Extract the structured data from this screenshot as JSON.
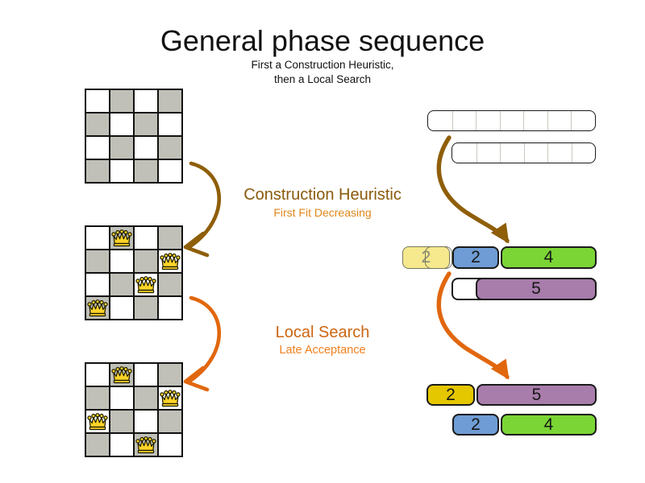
{
  "title": "General phase sequence",
  "subtitle_line1": "First a Construction Heuristic,",
  "subtitle_line2": "then a Local Search",
  "phases": {
    "construction": {
      "label": "Construction Heuristic",
      "sublabel": "First Fit Decreasing",
      "label_color": "#8a5a0b",
      "sublabel_color": "#e0861a"
    },
    "local_search": {
      "label": "Local Search",
      "sublabel": "Late Acceptance",
      "label_color": "#cc6611",
      "sublabel_color": "#f08020"
    }
  },
  "boards": [
    {
      "name": "initial-board",
      "size": 4,
      "queens": []
    },
    {
      "name": "after-construction-board",
      "size": 4,
      "queens": [
        [
          0,
          1
        ],
        [
          1,
          3
        ],
        [
          2,
          2
        ],
        [
          3,
          0
        ]
      ]
    },
    {
      "name": "after-local-search-board",
      "size": 4,
      "queens": [
        [
          0,
          1
        ],
        [
          1,
          3
        ],
        [
          2,
          0
        ],
        [
          3,
          2
        ]
      ]
    }
  ],
  "bins": {
    "empty": [
      {
        "cells": 7
      },
      {
        "cells": 6
      }
    ],
    "after_construction": {
      "row1": {
        "ghost": {
          "value": "2",
          "fill": "#f5e88d"
        },
        "blue": {
          "value": "2",
          "fill": "#6f9cd4"
        },
        "green": {
          "value": "4",
          "fill": "#7bd535"
        }
      },
      "row2": {
        "purple": {
          "value": "5",
          "fill": "#a87cab"
        }
      }
    },
    "after_local_search": {
      "row1": {
        "gold": {
          "value": "2",
          "fill": "#e5c700"
        },
        "purple": {
          "value": "5",
          "fill": "#a87cab"
        }
      },
      "row2": {
        "blue": {
          "value": "2",
          "fill": "#6f9cd4"
        },
        "green": {
          "value": "4",
          "fill": "#7bd535"
        }
      }
    }
  },
  "colors": {
    "checker_gray": "#c0c0b8",
    "checker_white": "#ffffff",
    "arrow_brown": "#8f5e09",
    "arrow_orange": "#e1670e",
    "queen_gold": "#ffd428",
    "queen_outline": "#1a1a00"
  },
  "icons": {
    "queen": "queen-crown-icon"
  }
}
